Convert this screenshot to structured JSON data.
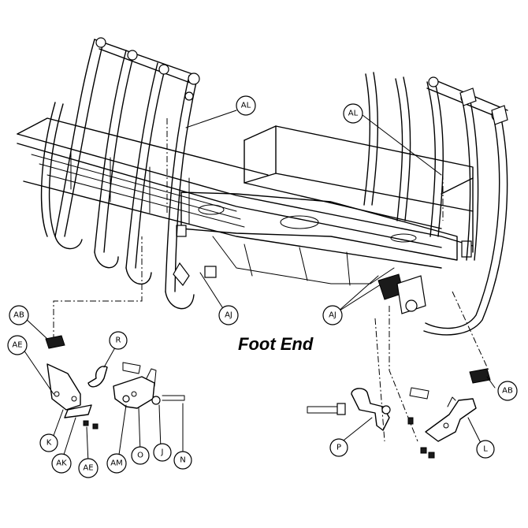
{
  "title": "Foot End",
  "callouts": {
    "al_left": "AL",
    "al_right": "AL",
    "aj_left": "AJ",
    "aj_right": "AJ",
    "ab_left": "AB",
    "ab_right": "AB",
    "ae_top": "AE",
    "ae_bottom": "AE",
    "r": "R",
    "k": "K",
    "ak": "AK",
    "am": "AM",
    "o": "O",
    "j": "J",
    "n": "N",
    "p": "P",
    "l": "L"
  }
}
